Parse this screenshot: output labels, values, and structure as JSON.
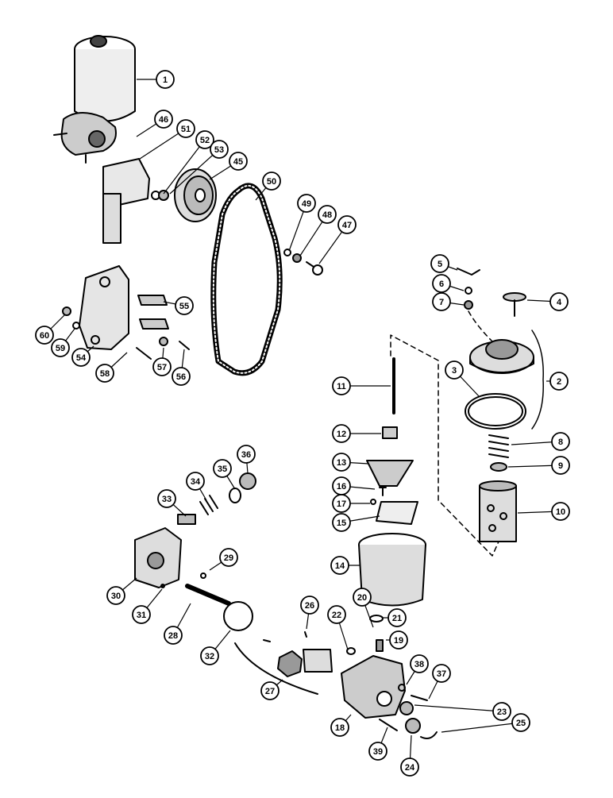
{
  "diagram": {
    "callouts": [
      "1",
      "2",
      "3",
      "4",
      "5",
      "6",
      "7",
      "8",
      "9",
      "10",
      "11",
      "12",
      "13",
      "14",
      "15",
      "16",
      "17",
      "18",
      "19",
      "20",
      "21",
      "22",
      "23",
      "24",
      "25",
      "26",
      "27",
      "28",
      "29",
      "30",
      "31",
      "32",
      "33",
      "34",
      "35",
      "36",
      "37",
      "38",
      "39",
      "45",
      "46",
      "47",
      "48",
      "49",
      "50",
      "51",
      "52",
      "53",
      "54",
      "55",
      "56",
      "57",
      "58",
      "59",
      "60"
    ]
  }
}
